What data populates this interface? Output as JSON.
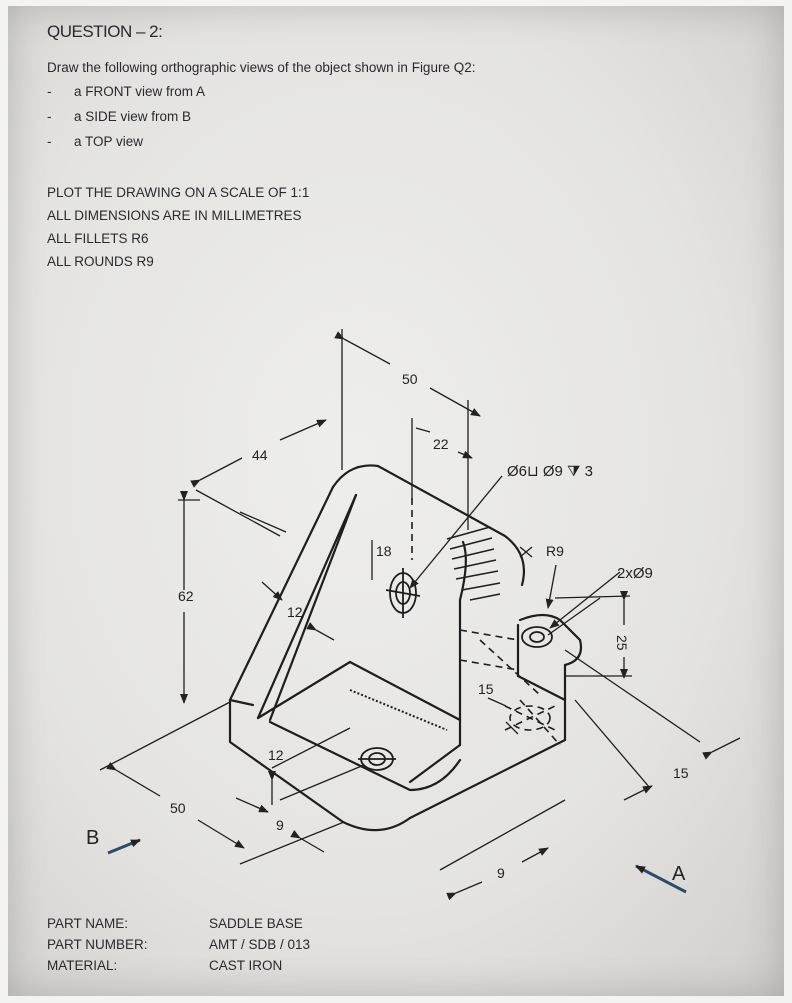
{
  "question": {
    "title": "QUESTION – 2:",
    "instruction": "Draw the following orthographic views of the object shown in Figure Q2:",
    "views": [
      {
        "dash": "-",
        "text": "a FRONT view from A"
      },
      {
        "dash": "-",
        "text": "a SIDE view from B"
      },
      {
        "dash": "-",
        "text": "a TOP view"
      }
    ]
  },
  "notes": [
    "PLOT THE DRAWING ON A SCALE OF 1:1",
    "ALL DIMENSIONS ARE IN MILLIMETRES",
    "ALL FILLETS R6",
    "ALL ROUNDS R9"
  ],
  "figure": {
    "dims": {
      "d50_top": "50",
      "d22": "22",
      "d44": "44",
      "hole_callout": "Ø6⊔ Ø9 ⧩ 3",
      "r9": "R9",
      "holes_2x": "2xØ9",
      "d18": "18",
      "d62": "62",
      "d12_rib": "12",
      "d25": "25",
      "d15_mid": "15",
      "d15_right": "15",
      "d12_low": "12",
      "d50_left": "50",
      "d9_left": "9",
      "d9_bottom": "9"
    },
    "view_b": "B",
    "view_a": "A"
  },
  "part": [
    {
      "label": "PART NAME:",
      "value": "SADDLE BASE"
    },
    {
      "label": "PART NUMBER:",
      "value": "AMT / SDB / 013"
    },
    {
      "label": "MATERIAL:",
      "value": "CAST IRON"
    }
  ]
}
